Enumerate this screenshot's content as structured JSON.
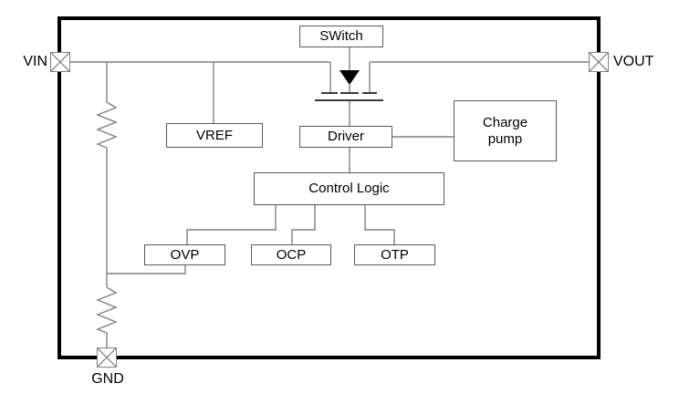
{
  "pins": {
    "vin": {
      "label": "VIN"
    },
    "vout": {
      "label": "VOUT"
    },
    "gnd": {
      "label": "GND"
    }
  },
  "blocks": {
    "switch": {
      "label": "SWitch"
    },
    "vref": {
      "label": "VREF"
    },
    "driver": {
      "label": "Driver"
    },
    "charge_pump": {
      "label": "Charge\npump"
    },
    "control_logic": {
      "label": "Control Logic"
    },
    "ovp": {
      "label": "OVP"
    },
    "ocp": {
      "label": "OCP"
    },
    "otp": {
      "label": "OTP"
    }
  },
  "colors": {
    "wire": "#808080",
    "box_border": "#595959",
    "outline": "#000000",
    "background": "#ffffff",
    "text": "#000000"
  }
}
